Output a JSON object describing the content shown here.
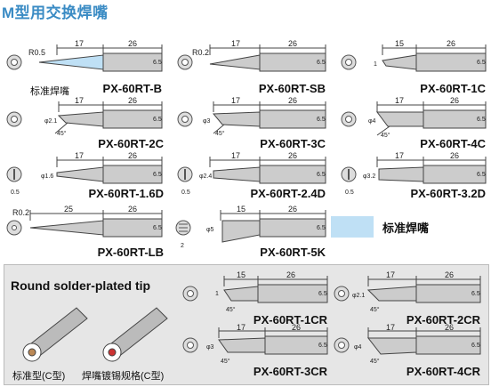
{
  "title": "M型用交换焊嘴",
  "tips": [
    {
      "model": "PX-60RT-B",
      "d1": "17",
      "d2": "26",
      "d3": "6.5",
      "radius": "R0.5",
      "extra": "标准焊嘴"
    },
    {
      "model": "PX-60RT-SB",
      "d1": "17",
      "d2": "26",
      "d3": "6.5",
      "radius": "R0.2"
    },
    {
      "model": "PX-60RT-1C",
      "d1": "15",
      "d2": "26",
      "d3": "6.5",
      "side": "1"
    },
    {
      "model": "PX-60RT-2C",
      "d1": "17",
      "d2": "26",
      "d3": "6.5",
      "side": "φ2.1",
      "angle": "45°"
    },
    {
      "model": "PX-60RT-3C",
      "d1": "17",
      "d2": "26",
      "d3": "6.5",
      "side": "φ3",
      "angle": "45°"
    },
    {
      "model": "PX-60RT-4C",
      "d1": "17",
      "d2": "26",
      "d3": "6.5",
      "side": "φ4",
      "angle": "45°"
    },
    {
      "model": "PX-60RT-1.6D",
      "d1": "17",
      "d2": "26",
      "d3": "6.5",
      "side": "φ1.6",
      "below": "0.5"
    },
    {
      "model": "PX-60RT-2.4D",
      "d1": "17",
      "d2": "26",
      "d3": "6.5",
      "side": "φ2.4",
      "below": "0.5"
    },
    {
      "model": "PX-60RT-3.2D",
      "d1": "17",
      "d2": "26",
      "d3": "6.5",
      "side": "φ3.2",
      "below": "0.5"
    },
    {
      "model": "PX-60RT-LB",
      "d1": "25",
      "d2": "26",
      "d3": "6.5",
      "radius": "R0.2"
    },
    {
      "model": "PX-60RT-5K",
      "d1": "15",
      "d2": "26",
      "d3": "6.5",
      "side": "φ5",
      "below": "2"
    }
  ],
  "legend": {
    "label": "标准焊嘴",
    "color": "#bfe0f5"
  },
  "plated": {
    "title": "Round solder-plated tip",
    "left_caption": "标准型(C型)",
    "right_caption": "焊嘴镀锡规格(C型)",
    "tips": [
      {
        "model": "PX-60RT-1CR",
        "d1": "15",
        "d2": "26",
        "d3": "6.5",
        "side": "1",
        "angle": "45°"
      },
      {
        "model": "PX-60RT-2CR",
        "d1": "17",
        "d2": "26",
        "d3": "6.5",
        "side": "φ2.1",
        "angle": "45°"
      },
      {
        "model": "PX-60RT-3CR",
        "d1": "17",
        "d2": "26",
        "d3": "6.5",
        "side": "φ3",
        "angle": "45°"
      },
      {
        "model": "PX-60RT-4CR",
        "d1": "17",
        "d2": "26",
        "d3": "6.5",
        "side": "φ4",
        "angle": "45°"
      }
    ]
  }
}
